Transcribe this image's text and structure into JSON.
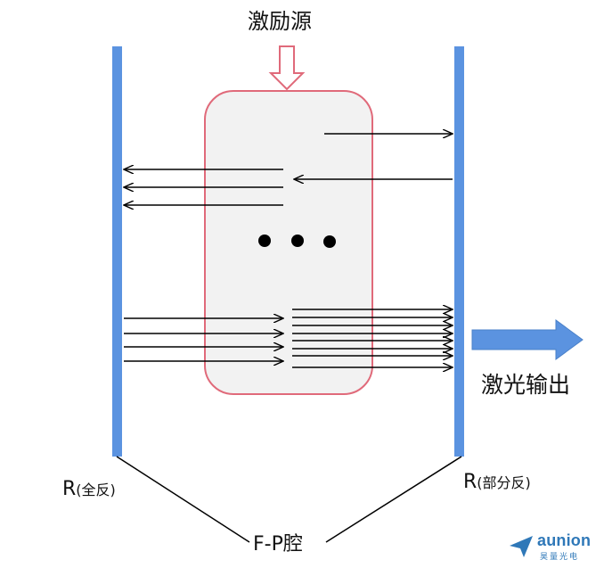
{
  "diagram": {
    "pump_label": "激励源",
    "output_label": "激光输出",
    "left_mirror": {
      "label": "R",
      "note": "(全反)"
    },
    "right_mirror": {
      "label": "R",
      "note": "(部分反)"
    },
    "cavity_label": "F-P腔"
  },
  "logo": {
    "name": "aunion",
    "subtitle": "昊量光电"
  },
  "colors": {
    "mirror": "#5b93e0",
    "gain_medium_border": "#e06a7a",
    "gain_medium_fill": "#f2f2f2",
    "output_arrow": "#5b93e0",
    "pump_arrow": "#e06a7a",
    "logo": "#2f78b8"
  }
}
